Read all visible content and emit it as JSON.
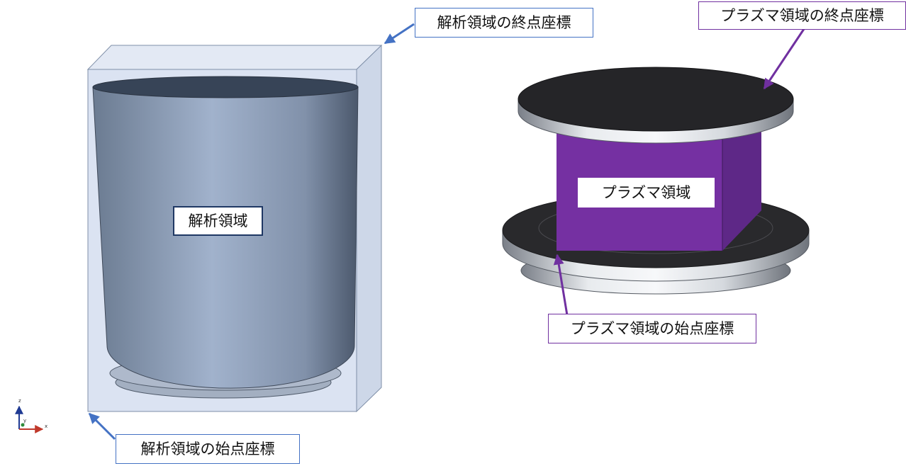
{
  "labels": {
    "analysis_end": "解析領域の終点座標",
    "analysis_start": "解析領域の始点座標",
    "analysis_region": "解析領域",
    "plasma_end": "プラズマ領域の終点座標",
    "plasma_start": "プラズマ領域の始点座標",
    "plasma_region": "プラズマ領域"
  },
  "triad": {
    "z": "z",
    "y": "y",
    "x": "x"
  },
  "colors": {
    "analysis_arrow": "#4472c4",
    "plasma_arrow": "#7030a0",
    "plasma_block": "#7530a2",
    "disk_top": "#252528"
  }
}
